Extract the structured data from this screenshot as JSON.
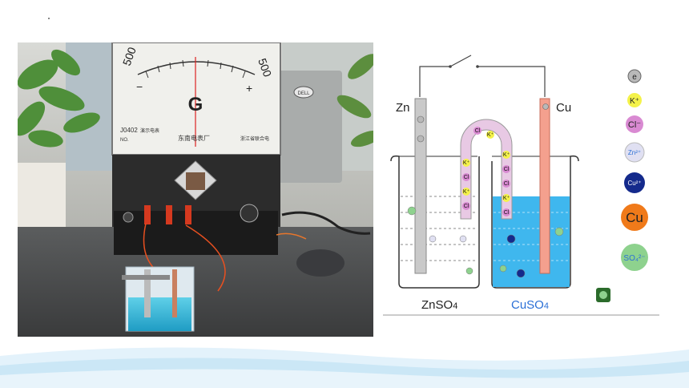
{
  "photo": {
    "meter_label": "G",
    "scale_left": "500",
    "scale_right": "500",
    "sign_left": "−",
    "sign_right": "+",
    "model": "J0402",
    "model_desc": "演示电表",
    "maker": "东南电表厂",
    "no_label": "NO.",
    "maker_right": "浙江省联合电",
    "brand": "DELL"
  },
  "diagram": {
    "electrode_left": "Zn",
    "electrode_right": "Cu",
    "solution_left": "ZnSO",
    "solution_left_sub": "4",
    "solution_right": "CuSO",
    "solution_right_sub": "4",
    "bridge_ions": [
      "Cl⁻",
      "K⁺"
    ],
    "colors": {
      "solution_right": "#3fb7ee",
      "copper": "#f4a08e",
      "zinc": "#c9c9c9",
      "bridge": "#e8c9e4",
      "accent_blue": "#2a6fd6"
    }
  },
  "legend": {
    "items": [
      {
        "label": "e",
        "name": "electron",
        "color": "#b9b9b9"
      },
      {
        "label": "K⁺",
        "name": "potassium-ion",
        "color": "#f4f24a"
      },
      {
        "label": "Cl⁻",
        "name": "chloride-ion",
        "color": "#d98ad2"
      },
      {
        "label": "Zn²⁺",
        "name": "zinc-ion",
        "color": "#e0e0f2"
      },
      {
        "label": "Cu²⁺",
        "name": "copper-ion",
        "color": "#142a8c"
      },
      {
        "label": "Cu",
        "name": "copper-atom",
        "color": "#f07a1a"
      },
      {
        "label": "SO₄²⁻",
        "name": "sulfate-ion",
        "color": "#8ed28e"
      }
    ]
  }
}
